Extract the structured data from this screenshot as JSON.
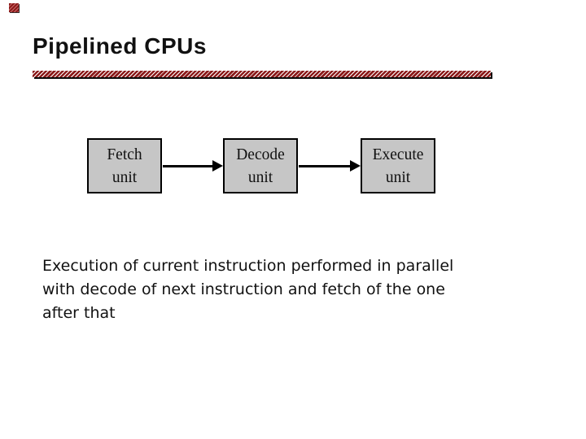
{
  "slide": {
    "title": "Pipelined CPUs",
    "diagram": {
      "boxes": [
        {
          "id": "fetch",
          "line1": "Fetch",
          "line2": "unit"
        },
        {
          "id": "decode",
          "line1": "Decode",
          "line2": "unit"
        },
        {
          "id": "execute",
          "line1": "Execute",
          "line2": "unit"
        }
      ],
      "arrows": [
        {
          "from": "fetch",
          "to": "decode"
        },
        {
          "from": "decode",
          "to": "execute"
        }
      ]
    },
    "body": {
      "lines": [
        "Execution of current instruction performed in parallel",
        "with decode of next instruction and fetch of the one",
        "after that"
      ]
    },
    "colors": {
      "accent_red": "#8b1a1a",
      "box_fill": "#c6c6c6",
      "box_border": "#000000",
      "text": "#111111",
      "background": "#ffffff"
    }
  }
}
